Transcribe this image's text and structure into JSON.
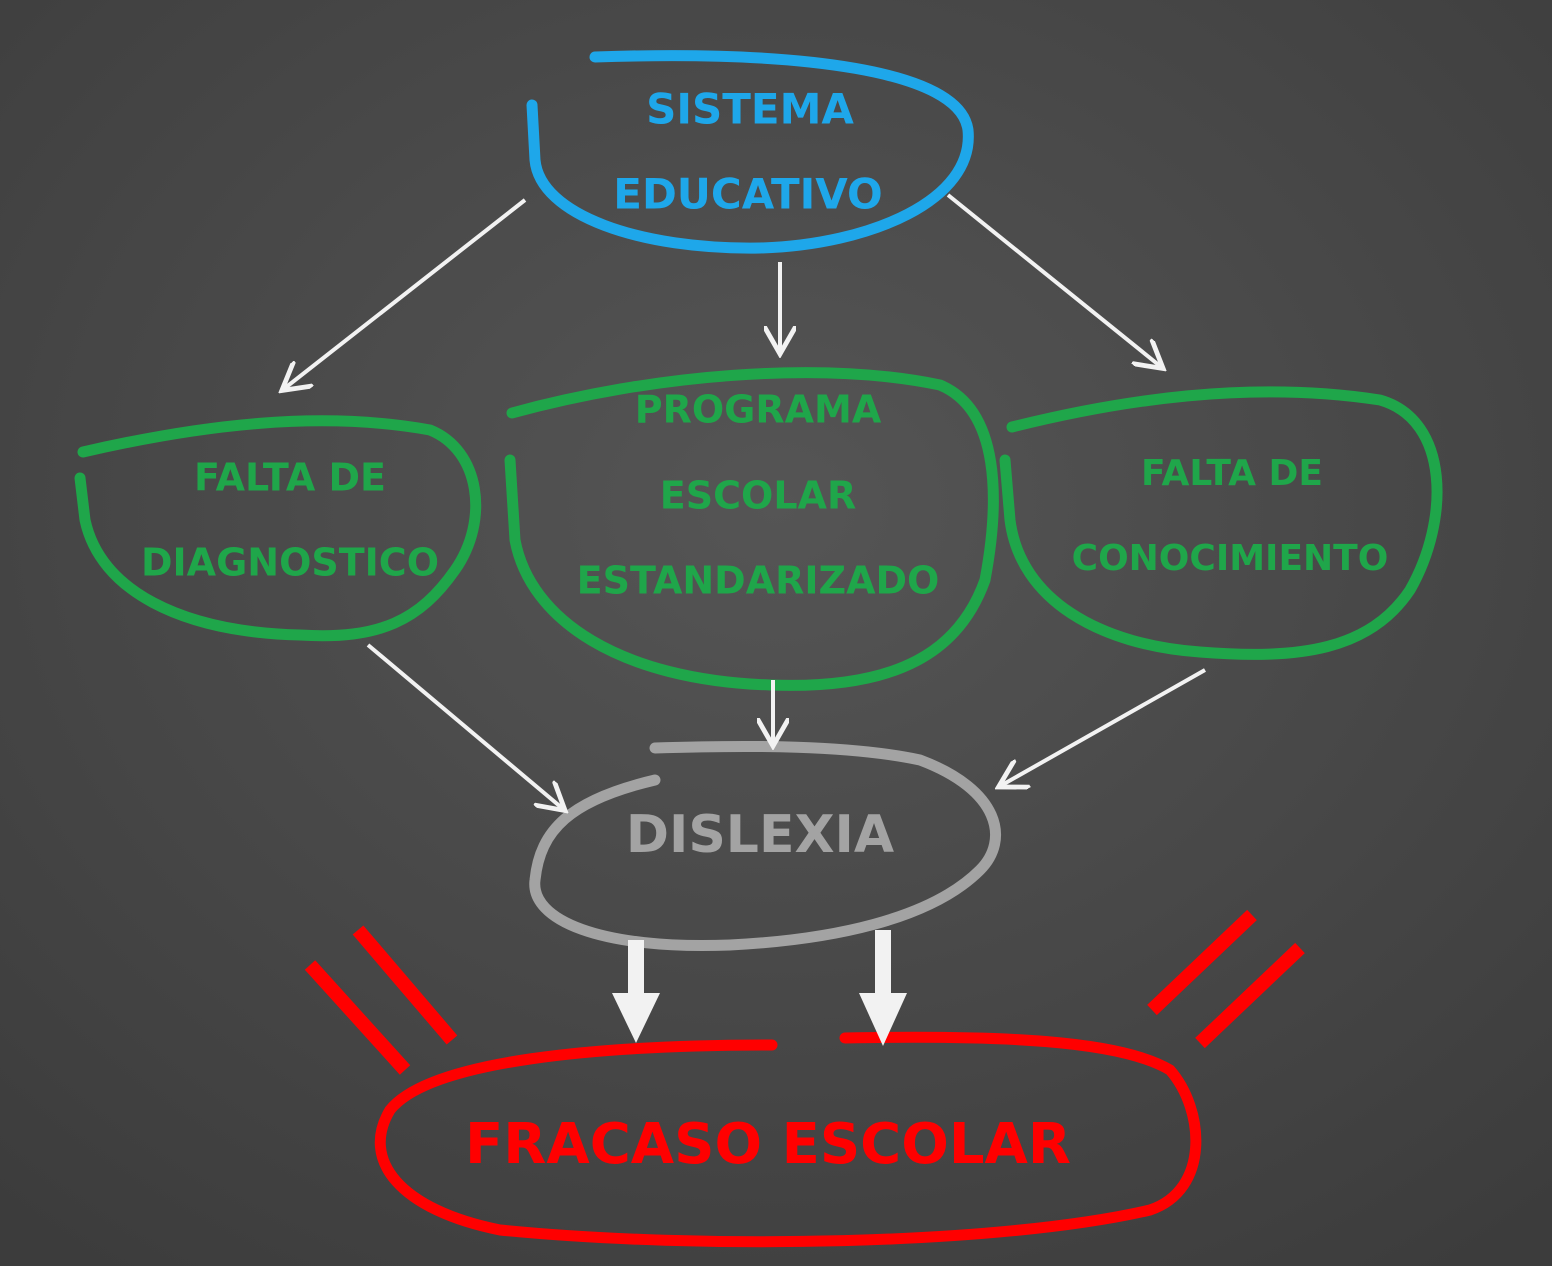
{
  "colors": {
    "board": "#474747",
    "blue": "#1ea7ea",
    "green": "#1fa64a",
    "gray": "#a3a3a3",
    "red": "#ff0000",
    "arrow": "#f2f2f2"
  },
  "nodes": {
    "sistema": {
      "lines": [
        "SISTEMA",
        "EDUCATIVO"
      ]
    },
    "diagnostico": {
      "lines": [
        "FALTA DE",
        "DIAGNOSTICO"
      ]
    },
    "programa": {
      "lines": [
        "PROGRAMA",
        "ESCOLAR",
        "ESTANDARIZADO"
      ]
    },
    "conocimiento": {
      "lines": [
        "FALTA DE",
        "CONOCIMIENTO"
      ]
    },
    "dislexia": {
      "lines": [
        "DISLEXIA"
      ]
    },
    "fracaso": {
      "lines": [
        "FRACASO ESCOLAR"
      ]
    }
  }
}
